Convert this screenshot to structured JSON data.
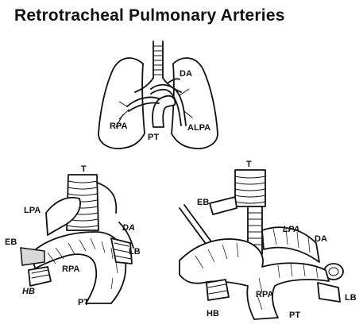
{
  "title": "Retrotracheal Pulmonary Arteries",
  "panels": {
    "top": {
      "labels": {
        "da": "DA",
        "rpa": "RPA",
        "pt": "PT",
        "alpa": "ALPA"
      }
    },
    "bottom_left": {
      "labels": {
        "t": "T",
        "lpa": "LPA",
        "da": "DA",
        "eb": "EB",
        "rpa": "RPA",
        "lb": "LB",
        "hb": "HB",
        "pt": "PT"
      }
    },
    "bottom_right": {
      "labels": {
        "t": "T",
        "eb": "EB",
        "lpa": "LPA",
        "da": "DA",
        "rpa": "RPA",
        "hb": "HB",
        "pt": "PT",
        "lb": "LB"
      }
    }
  }
}
